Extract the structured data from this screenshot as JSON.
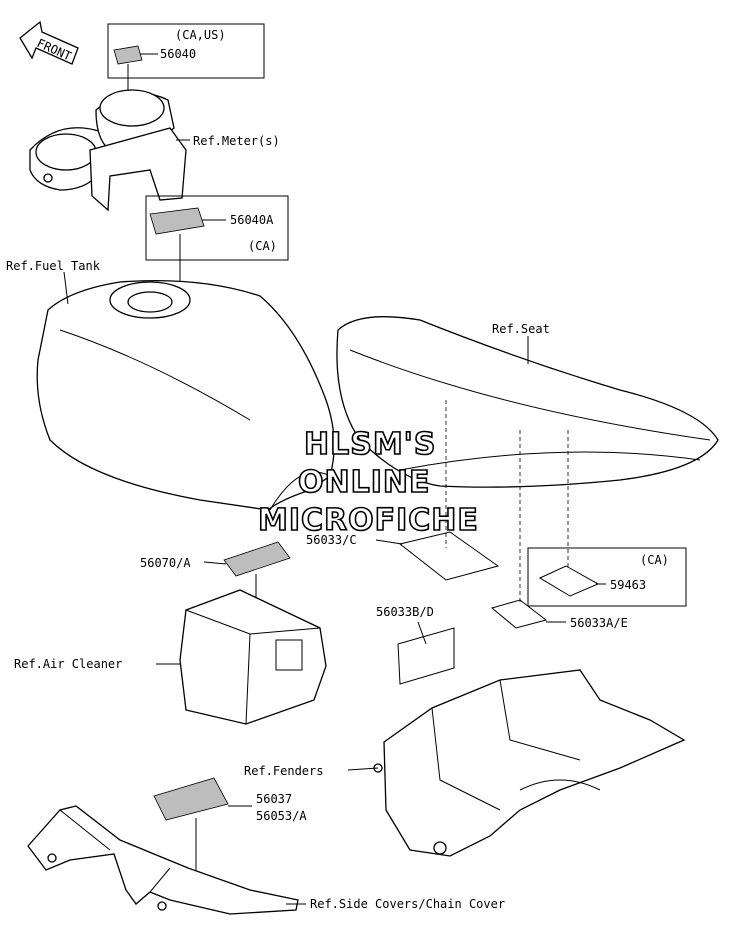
{
  "front_arrow": {
    "label": "FRONT"
  },
  "labels": {
    "meter_sticker_region": "(CA,US)",
    "meter_sticker_part": "56040",
    "ref_meter": "Ref.Meter(s)",
    "tank_sticker_part": "56040A",
    "tank_sticker_region": "(CA)",
    "ref_fuel_tank": "Ref.Fuel Tank",
    "ref_seat": "Ref.Seat",
    "seat_label_c": "56033/C",
    "seat_sticker_region": "(CA)",
    "seat_sticker_part": "59463",
    "seat_label_ae": "56033A/E",
    "fender_label_bd": "56033B/D",
    "air_cleaner_label": "56070/A",
    "ref_air_cleaner": "Ref.Air Cleaner",
    "ref_fenders": "Ref.Fenders",
    "chain_label_1": "56037",
    "chain_label_2": "56053/A",
    "ref_side_covers": "Ref.Side Covers/Chain Cover"
  },
  "watermark": {
    "line1": "HLSM'S",
    "line2": "ONLINE",
    "line3": "MICROFICHE"
  }
}
